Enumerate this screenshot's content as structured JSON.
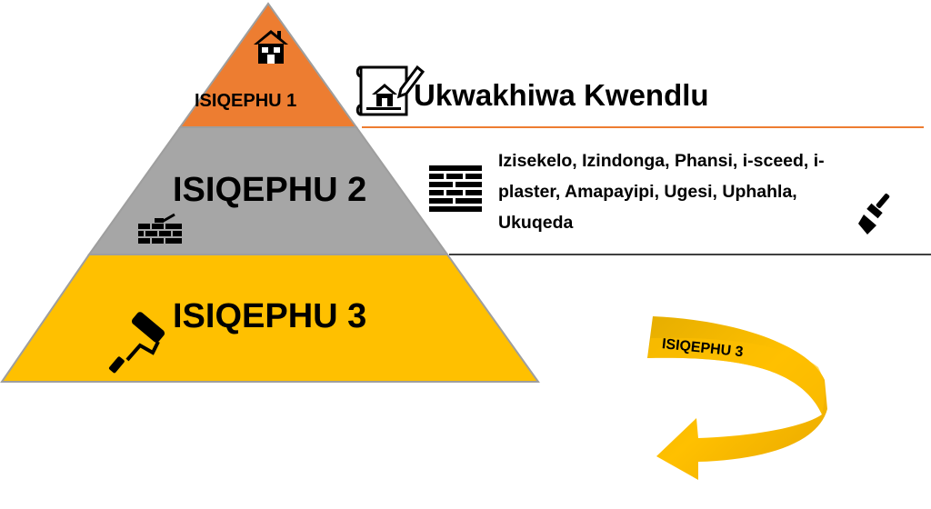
{
  "tiers": [
    {
      "label": "ISIQEPHU 1",
      "color": "#ED7D31",
      "icon": "house-icon"
    },
    {
      "label": "ISIQEPHU  2",
      "color": "#A6A6A6",
      "icon": "brick-wall-icon"
    },
    {
      "label": "ISIQEPHU  3",
      "color": "#FFC000",
      "icon": "paint-roller-icon"
    }
  ],
  "descriptions": {
    "tier1": {
      "text": "Ukwakhiwa Kwendlu",
      "icon": "house-plan-icon",
      "rule_color": "#ED7D31"
    },
    "tier2": {
      "text": "Izisekelo, Izindonga, Phansi, i-sceed, i-plaster, Amapayipi, Ugesi, Uphahla, Ukuqeda",
      "icons": [
        "brick-wall-icon",
        "paint-brush-icon"
      ],
      "rule_color": "#000000"
    }
  },
  "curved_arrow": {
    "label": "ISIQEPHU  3",
    "color": "#FFC000"
  }
}
